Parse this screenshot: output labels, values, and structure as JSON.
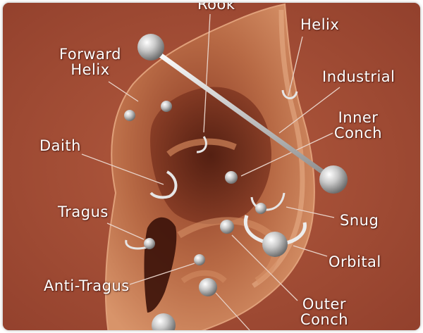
{
  "colors": {
    "background": "#a14a34",
    "skin": "#c27a50",
    "skin_shadow": "#5c2414",
    "metal": "#d9d9d9",
    "label_text": "#ffffff",
    "leader_line": "#e8d2c8"
  },
  "labels": {
    "rook": "Rook",
    "helix": "Helix",
    "forward_helix_line1": "Forward",
    "forward_helix_line2": "Helix",
    "industrial": "Industrial",
    "inner_conch_line1": "Inner",
    "inner_conch_line2": "Conch",
    "daith": "Daith",
    "tragus": "Tragus",
    "snug": "Snug",
    "orbital": "Orbital",
    "anti_tragus": "Anti-Tragus",
    "outer_conch_line1": "Outer",
    "outer_conch_line2": "Conch"
  }
}
